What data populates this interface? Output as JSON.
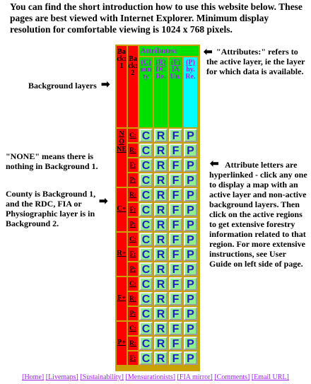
{
  "intro": "You can find the short introduction how to use this website below. These pages are best viewed with Internet Explorer. Minimum display resolution for comfortable viewing is 1024 x 768 pixels.",
  "notes": {
    "attributes": "\"Attributes:\" refers to the active layer, ie the layer for which data is available.",
    "background_layers": "Background layers",
    "none": "\"NONE\" means there is nothing in Background 1.",
    "county": "County is  Background 1, and the RDC, FIA or Physiographic layer is in Background 2.",
    "hyperlinked": "Attribute letters are hyperlinked - click any one to display a map with an active layer and non-active background layers. Then click on the active regions to get extensive forestry information related to that region. For more extensive instructions, see User Guide on left side of page."
  },
  "arrows": {
    "right": "➡",
    "left": "⬅"
  },
  "table": {
    "back1": "Back: 1",
    "back2": "Back: 2",
    "attributes_label": "Attributes:",
    "columns": [
      {
        "code": "C",
        "rest": "ounty"
      },
      {
        "code": "R",
        "rest": "DC Re."
      },
      {
        "code": "F",
        "rest": "IA Un."
      },
      {
        "code": "P",
        "rest": "hy. Re."
      }
    ],
    "groups": [
      {
        "label": "NONE",
        "rows": [
          "C:",
          "R:",
          "F:",
          "P:"
        ]
      },
      {
        "label": "C+",
        "rows": [
          "R:",
          "F:",
          "P:"
        ]
      },
      {
        "label": "R+",
        "rows": [
          "C:",
          "F:",
          "P:"
        ]
      },
      {
        "label": "F+",
        "rows": [
          "C:",
          "R:",
          "P:"
        ]
      },
      {
        "label": "P+",
        "rows": [
          "C:",
          "R:",
          "F:"
        ]
      }
    ],
    "letters": [
      "C",
      "R",
      "F",
      "P"
    ]
  },
  "footer": [
    "[Home]",
    "[Livemaps]",
    "[Sustainability]",
    "[Mensurationists]",
    "[FIA mirror]",
    "[Comments]",
    "[Email URL]"
  ],
  "colors": {
    "back1": "#ff0000",
    "back2": "#ff0000",
    "attr_header": "#00e000",
    "button_bg": "#90ee90",
    "link": "#a020f0"
  }
}
